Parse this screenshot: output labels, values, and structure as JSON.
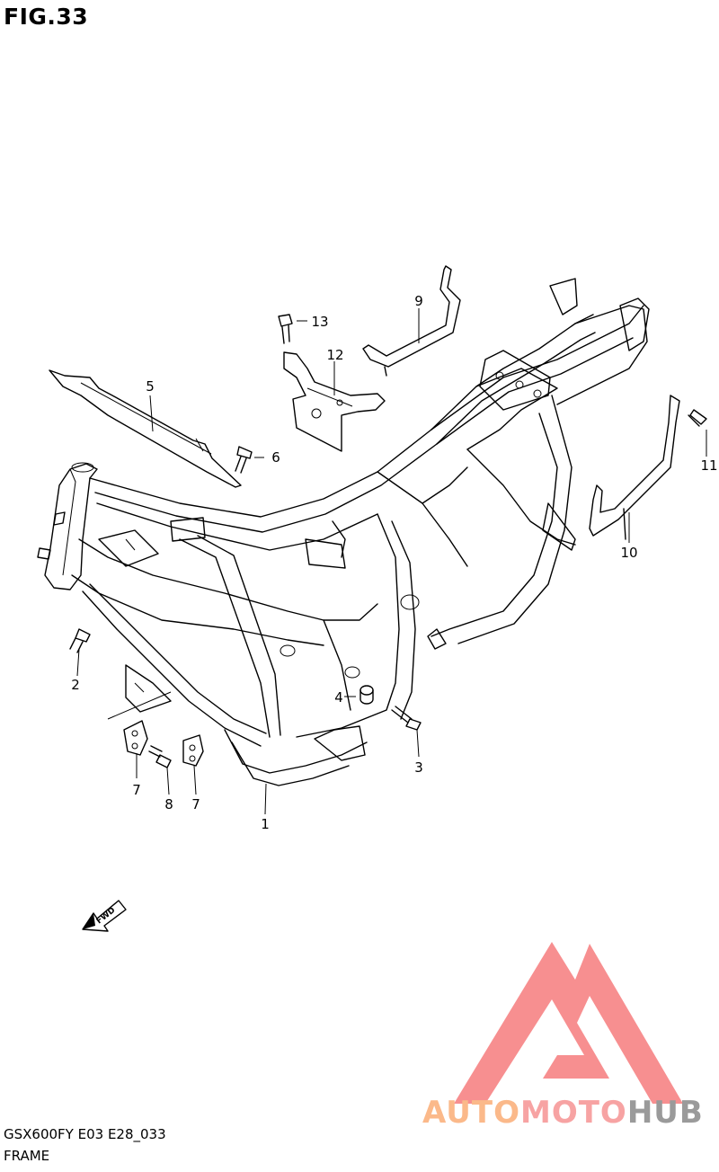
{
  "figure": {
    "title": "FIG.33"
  },
  "callouts": {
    "p1": "1",
    "p2": "2",
    "p3": "3",
    "p4": "4",
    "p5": "5",
    "p6": "6",
    "p7a": "7",
    "p7b": "7",
    "p8": "8",
    "p9": "9",
    "p10": "10",
    "p11": "11",
    "p12": "12",
    "p13": "13"
  },
  "fwd_label": "FWD",
  "footer": {
    "model_code": "GSX600FY E03 E28_033",
    "section_name": "FRAME"
  },
  "watermark": {
    "part_a": "AUTO",
    "part_b": "MOTO",
    "part_c": "HUB",
    "colors": {
      "auto": "#fbb98a",
      "moto": "#f7a3a3",
      "hub": "#9a9a9a",
      "logo": "#f4696b"
    }
  }
}
